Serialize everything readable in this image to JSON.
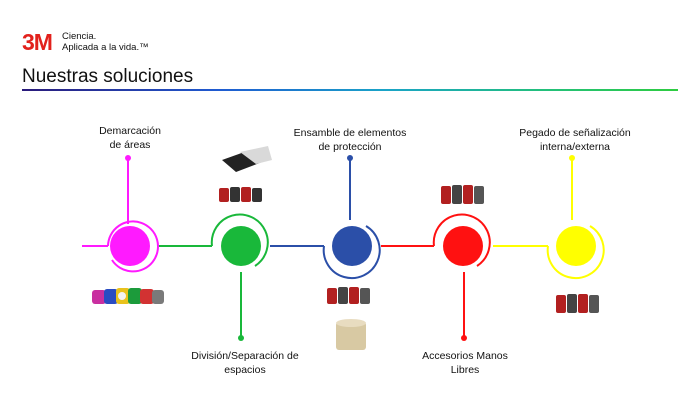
{
  "brand": {
    "logo": "3M",
    "tagline_line1": "Ciencia.",
    "tagline_line2": "Aplicada a la vida.™"
  },
  "title": "Nuestras soluciones",
  "nodes": [
    {
      "label_line1": "Demarcación",
      "label_line2": "de áreas",
      "color": "#ff1aff"
    },
    {
      "label_line1": "División/Separación de",
      "label_line2": "espacios",
      "color": "#19b83a"
    },
    {
      "label_line1": "Ensamble de elementos",
      "label_line2": "de protección",
      "color": "#2b4fa8"
    },
    {
      "label_line1": "Accesorios Manos",
      "label_line2": "Libres",
      "color": "#ff1111"
    },
    {
      "label_line1": "Pegado de señalización",
      "label_line2": "interna/externa",
      "color": "#ffff00"
    }
  ]
}
